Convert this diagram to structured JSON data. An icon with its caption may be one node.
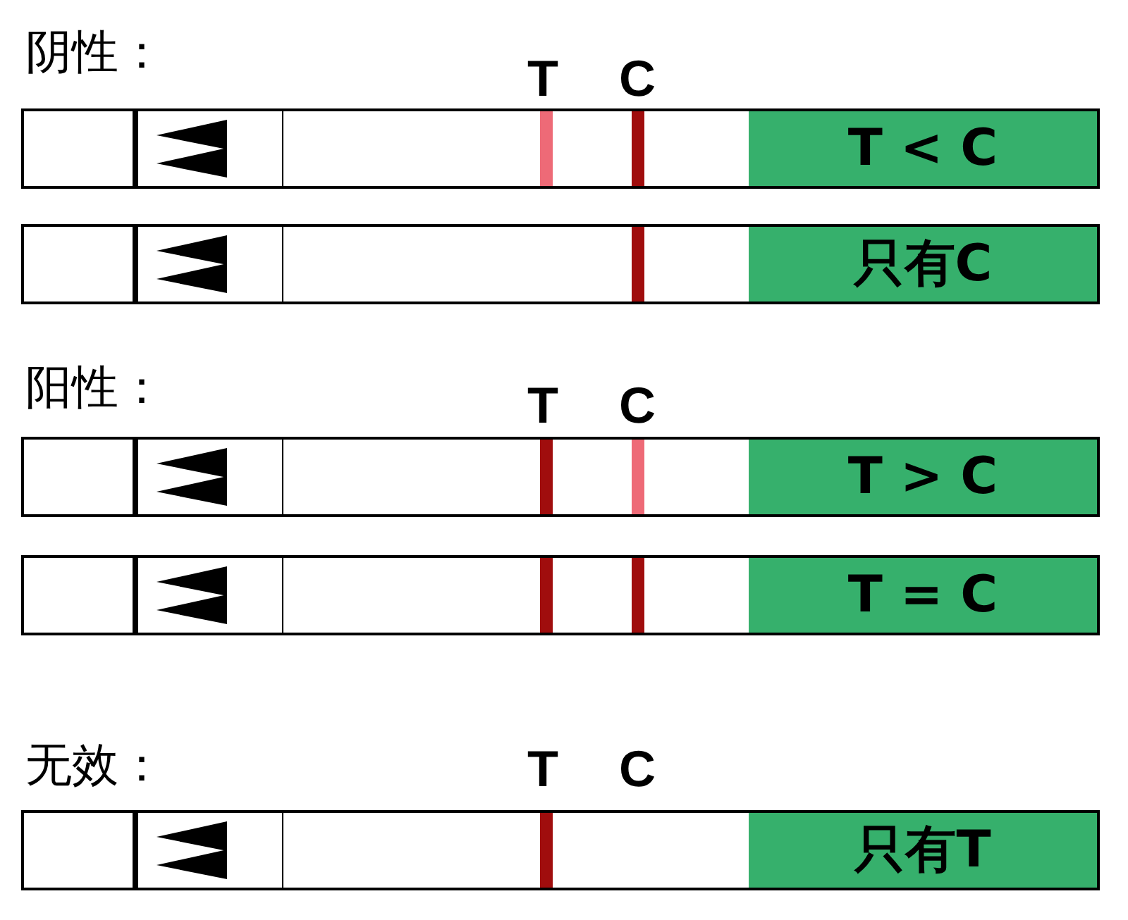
{
  "diagram": {
    "nodes": [
      {
        "text": [
          "T < C"
        ]
      },
      {
        "text": [
          "只有C"
        ]
      },
      {
        "text": [
          "T > C"
        ]
      },
      {
        "text": [
          "T = C"
        ]
      },
      {
        "text": [
          "只有T"
        ]
      }
    ],
    "labels": [
      "阴性：",
      "T",
      "C",
      "阳性：",
      "T",
      "C",
      "无效：",
      "T",
      "C"
    ]
  }
}
